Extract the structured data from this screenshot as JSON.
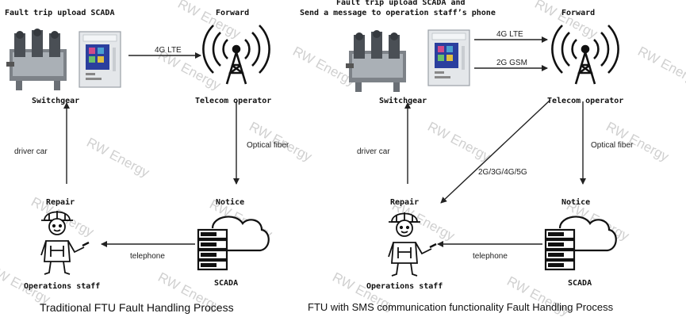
{
  "left": {
    "header": "Fault trip upload SCADA",
    "forward": "Forward",
    "link_top": "4G LTE",
    "switchgear": "Switchgear",
    "telecom": "Telecom operator",
    "left_arrow_label": "driver car",
    "right_arrow_label": "Optical fiber",
    "repair": "Repair",
    "notice": "Notice",
    "bottom_arrow_label": "telephone",
    "staff": "Operations staff",
    "scada": "SCADA",
    "caption": "Traditional FTU Fault Handling Process"
  },
  "right": {
    "header_line1": "Fault trip upload SCADA and",
    "header_line2": "Send a message to operation staff’s phone",
    "forward": "Forward",
    "link_top": "4G LTE",
    "link_bottom": "2G GSM",
    "switchgear": "Switchgear",
    "telecom": "Telecom operator",
    "left_arrow_label": "driver car",
    "right_arrow_label": "Optical fiber",
    "diag_label": "2G/3G/4G/5G",
    "repair": "Repair",
    "notice": "Notice",
    "bottom_arrow_label": "telephone",
    "staff": "Operations staff",
    "scada": "SCADA",
    "caption": "FTU  with SMS communication functionality  Fault Handling Process"
  },
  "watermark": "RW Energy",
  "colors": {
    "ftu_screen": "#2b3f9e",
    "ftu_body": "#d9dde2"
  }
}
